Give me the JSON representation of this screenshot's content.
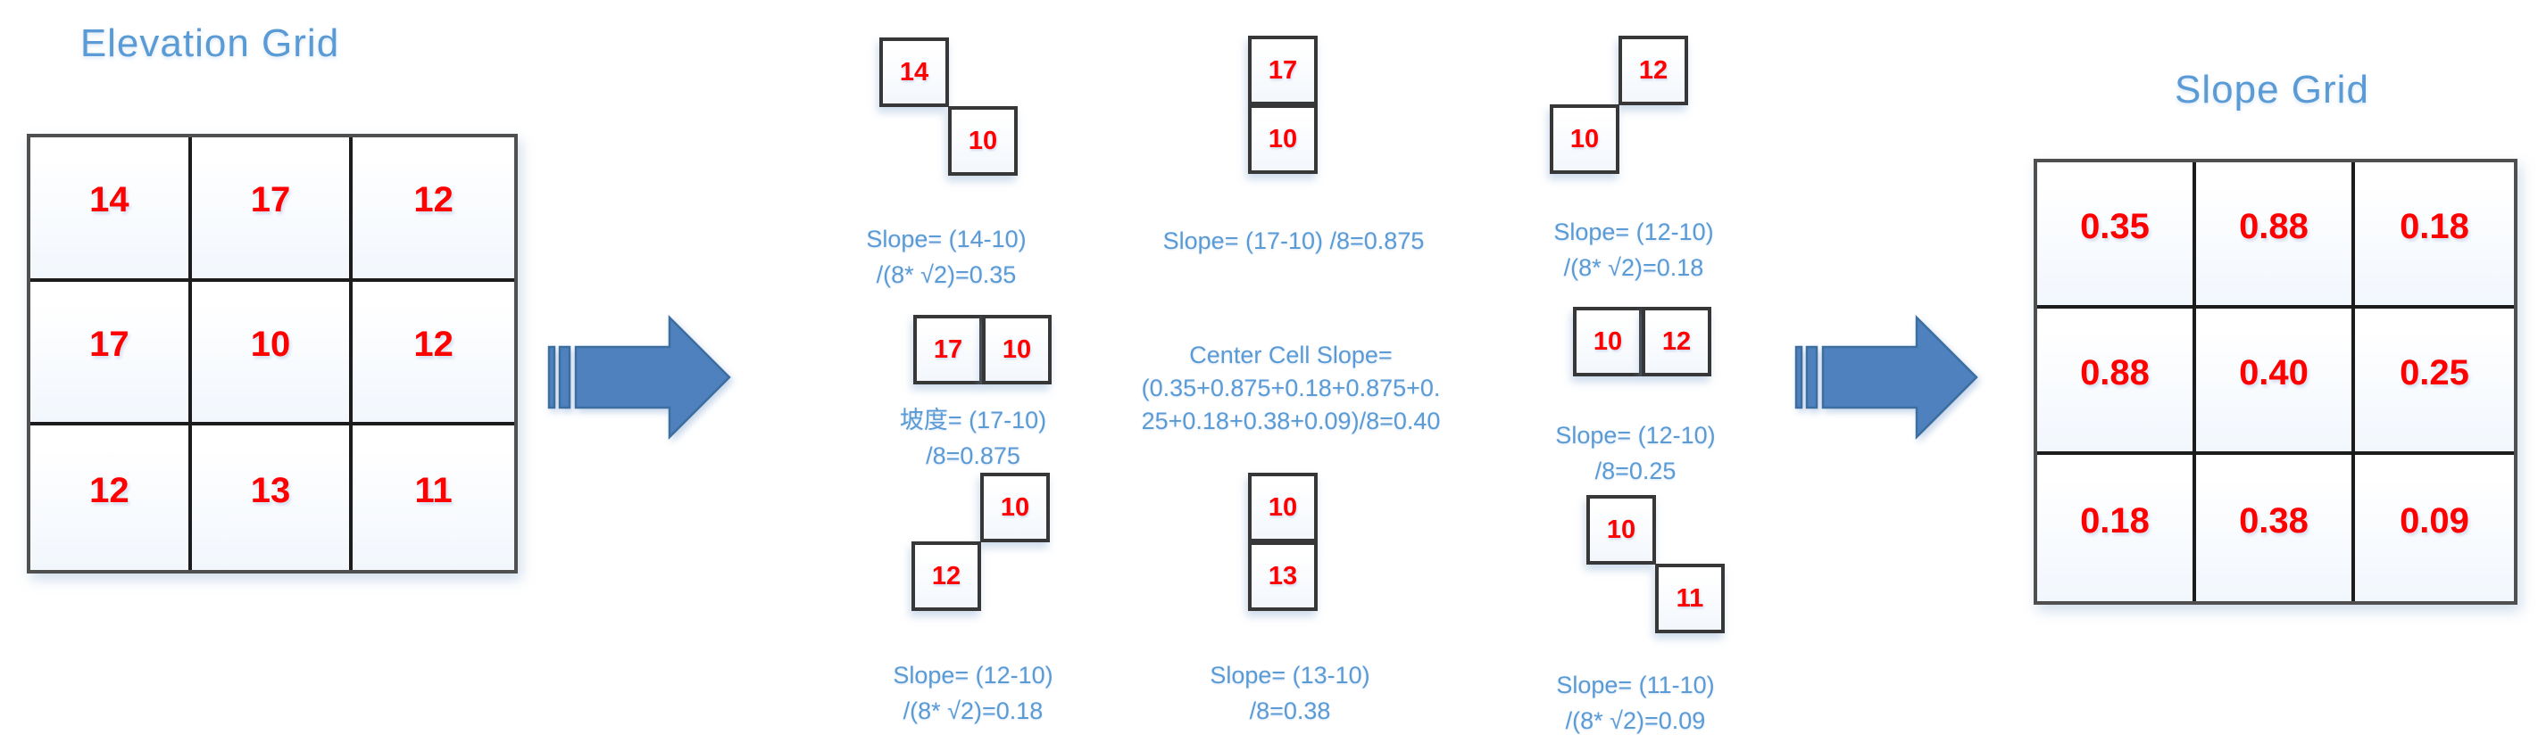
{
  "elevation_grid": {
    "title": "Elevation Grid",
    "rows": [
      [
        "14",
        "17",
        "12"
      ],
      [
        "17",
        "10",
        "12"
      ],
      [
        "12",
        "13",
        "11"
      ]
    ]
  },
  "slope_grid": {
    "title": "Slope Grid",
    "rows": [
      [
        "0.35",
        "0.88",
        "0.18"
      ],
      [
        "0.88",
        "0.40",
        "0.25"
      ],
      [
        "0.18",
        "0.38",
        "0.09"
      ]
    ]
  },
  "calculations": [
    {
      "id": "nw",
      "arrangement": "diagonal",
      "cells": [
        "14",
        "10"
      ],
      "caption_lines": [
        "Slope= (14-10)",
        "/(8* √2)=0.35"
      ]
    },
    {
      "id": "n",
      "arrangement": "vertical",
      "cells": [
        "17",
        "10"
      ],
      "caption_lines": [
        "Slope= (17-10) /8=0.875"
      ]
    },
    {
      "id": "ne",
      "arrangement": "diagonal",
      "cells": [
        "12",
        "10"
      ],
      "caption_lines": [
        "Slope= (12-10)",
        "/(8* √2)=0.18"
      ]
    },
    {
      "id": "w",
      "arrangement": "horizontal",
      "cells": [
        "17",
        "10"
      ],
      "caption_lines": [
        "坡度= (17-10)",
        "/8=0.875"
      ]
    },
    {
      "id": "center",
      "arrangement": "note",
      "cells": [],
      "caption_lines": [
        "Center Cell Slope=",
        "(0.35+0.875+0.18+0.875+0.",
        "25+0.18+0.38+0.09)/8=0.40"
      ]
    },
    {
      "id": "e",
      "arrangement": "horizontal",
      "cells": [
        "10",
        "12"
      ],
      "caption_lines": [
        "Slope= (12-10)",
        "/8=0.25"
      ]
    },
    {
      "id": "sw",
      "arrangement": "diagonal",
      "cells": [
        "10",
        "12"
      ],
      "caption_lines": [
        "Slope= (12-10)",
        "/(8* √2)=0.18"
      ]
    },
    {
      "id": "s",
      "arrangement": "vertical",
      "cells": [
        "10",
        "13"
      ],
      "caption_lines": [
        "Slope= (13-10)",
        "/8=0.38"
      ]
    },
    {
      "id": "se",
      "arrangement": "diagonal",
      "cells": [
        "10",
        "11"
      ],
      "caption_lines": [
        "Slope= (11-10)",
        "/(8* √2)=0.09"
      ]
    }
  ],
  "icons": {
    "left_arrow": "striped-right-arrow",
    "right_arrow": "striped-right-arrow"
  },
  "colors": {
    "title_blue": "#5B9BD5",
    "text_blue": "#5B9BD5",
    "value_red": "#FF0000",
    "arrow_fill": "#4E81BD",
    "arrow_stroke": "#3C6E9F",
    "grid_border_outer": "#4F4F4F",
    "grid_border_inner": "#1C1C1C",
    "square_border": "#373737"
  }
}
